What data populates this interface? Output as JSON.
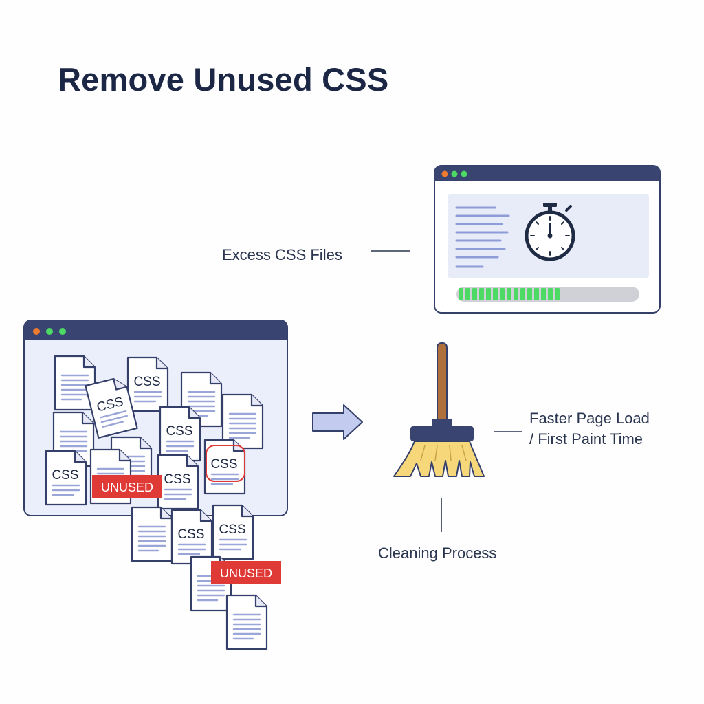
{
  "title": "Remove Unused CSS",
  "labels": {
    "excess": "Excess CSS Files",
    "faster_line1": "Faster Page Load",
    "faster_line2": "/ First Paint Time",
    "cleaning": "Cleaning Process"
  },
  "file_tag": "CSS",
  "unused_tag": "UNUSED",
  "load_progress": 0.6,
  "colors": {
    "navy": "#35406a",
    "titlebar": "#3a4470",
    "window_bg": "#ebeefb",
    "dot_orange": "#f07b2e",
    "dot_green": "#4cd964",
    "unused_red": "#e03a36",
    "progress_green": "#4cd964",
    "broom_yellow": "#f6d77a",
    "broom_handle": "#b0703c"
  },
  "icons": [
    "stopwatch-icon",
    "broom-icon",
    "arrow-right-icon",
    "document-icon"
  ]
}
